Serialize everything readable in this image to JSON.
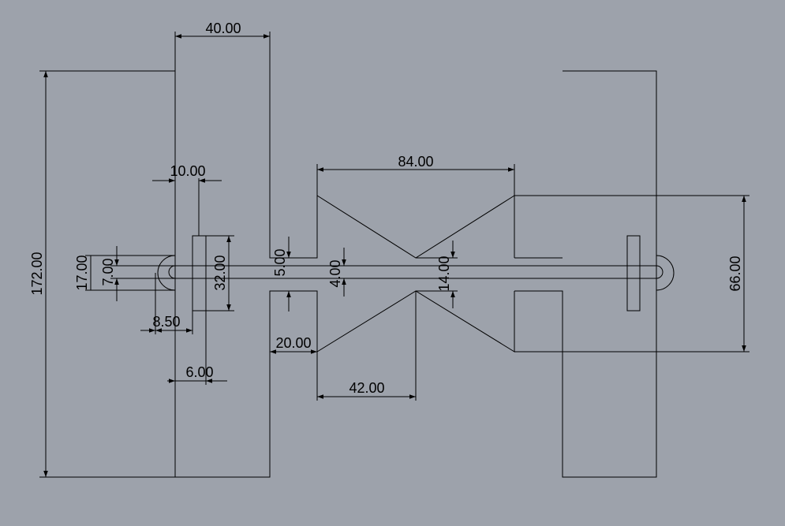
{
  "colors": {
    "background": "#9da2ab",
    "line": "#000000"
  },
  "dimensions": {
    "top_width": "40.00",
    "total_height": "172.00",
    "slot_width": "10.00",
    "taper_length": "84.00",
    "right_height": "66.00",
    "neck_gap": "5.00",
    "channel_width": "4.00",
    "throat_gap": "14.00",
    "flange_17": "17.00",
    "flange_7": "7.00",
    "slot_length": "32.00",
    "offset_850": "8.50",
    "web_600": "6.00",
    "pad_2000": "20.00",
    "half_length": "42.00"
  }
}
